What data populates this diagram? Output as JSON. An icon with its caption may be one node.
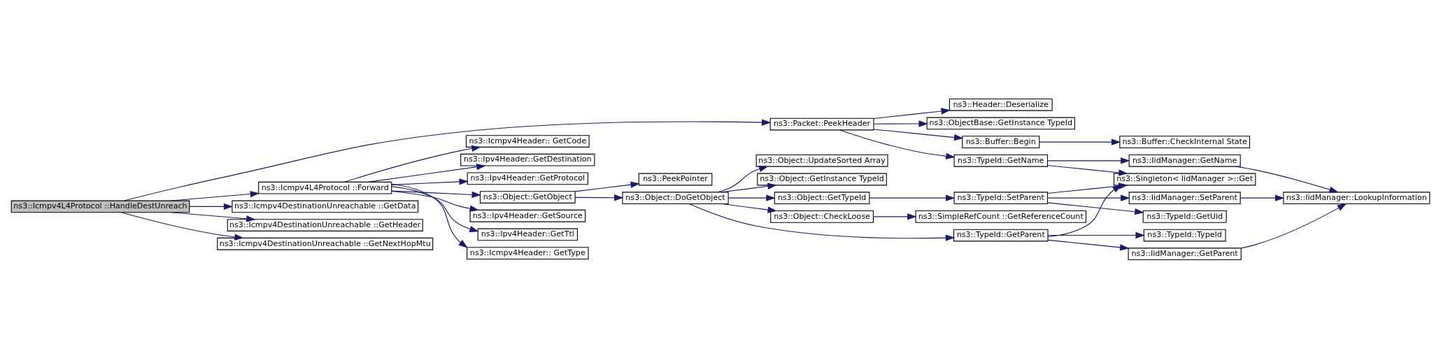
{
  "diagram": {
    "nodes": [
      {
        "text": [
          "ns3::Icmpv4L4Protocol ::HandleDestUnreach"
        ]
      },
      {
        "text": [
          "ns3::Packet::PeekHeader"
        ]
      },
      {
        "text": [
          "ns3::Icmpv4L4Protocol ::Forward"
        ]
      },
      {
        "text": [
          "ns3::Icmpv4DestinationUnreachable ::GetData"
        ]
      },
      {
        "text": [
          "ns3::Icmpv4DestinationUnreachable ::GetHeader"
        ]
      },
      {
        "text": [
          "ns3::Icmpv4DestinationUnreachable ::GetNextHopMtu"
        ]
      },
      {
        "text": [
          "ns3::ObjectBase::GetInstance TypeId"
        ]
      },
      {
        "text": [
          "ns3::Buffer::Begin"
        ]
      },
      {
        "text": [
          "ns3::Buffer::CheckInternal State"
        ]
      },
      {
        "text": [
          "ns3::TypeId::GetName"
        ]
      },
      {
        "text": [
          "ns3::IidManager::GetName"
        ]
      },
      {
        "text": [
          "ns3::Header::Deserialize"
        ]
      },
      {
        "text": [
          "ns3::Singleton< IidManager >::Get"
        ]
      },
      {
        "text": [
          "ns3::IidManager::LookupInformation"
        ]
      },
      {
        "text": [
          "ns3::Ipv4Header::GetSource"
        ]
      },
      {
        "text": [
          "ns3::Ipv4Header::GetTtl"
        ]
      },
      {
        "text": [
          "ns3::Icmpv4Header:: GetType"
        ]
      },
      {
        "text": [
          "ns3::Icmpv4Header:: GetCode"
        ]
      },
      {
        "text": [
          "ns3::Ipv4Header::GetDestination"
        ]
      },
      {
        "text": [
          "ns3::Object::GetObject"
        ]
      },
      {
        "text": [
          "ns3::Ipv4Header::GetProtocol"
        ]
      },
      {
        "text": [
          "ns3::Object::DoGetObject"
        ]
      },
      {
        "text": [
          "ns3::PeekPointer"
        ]
      },
      {
        "text": [
          "ns3::TypeId::GetParent"
        ]
      },
      {
        "text": [
          "ns3::IidManager::GetParent"
        ]
      },
      {
        "text": [
          "ns3::TypeId::TypeId"
        ]
      },
      {
        "text": [
          "ns3::Object::UpdateSorted Array"
        ]
      },
      {
        "text": [
          "ns3::Object::GetTypeId"
        ]
      },
      {
        "text": [
          "ns3::TypeId::SetParent"
        ]
      },
      {
        "text": [
          "ns3::TypeId::GetUid"
        ]
      },
      {
        "text": [
          "ns3::IidManager::SetParent"
        ]
      },
      {
        "text": [
          "ns3::Object::GetInstance TypeId"
        ]
      },
      {
        "text": [
          "ns3::Object::CheckLoose"
        ]
      },
      {
        "text": [
          "ns3::SimpleRefCount ::GetReferenceCount"
        ]
      }
    ],
    "edges": [
      {
        "from": 0,
        "to": 1,
        "arrow": "to"
      },
      {
        "from": 0,
        "to": 2,
        "arrow": "to"
      },
      {
        "from": 0,
        "to": 3,
        "arrow": "to"
      },
      {
        "from": 0,
        "to": 4,
        "arrow": "to"
      },
      {
        "from": 0,
        "to": 5,
        "arrow": "to"
      },
      {
        "from": 1,
        "to": 6,
        "arrow": "to"
      },
      {
        "from": 1,
        "to": 7,
        "arrow": "to"
      },
      {
        "from": 1,
        "to": 9,
        "arrow": "to"
      },
      {
        "from": 1,
        "to": 11,
        "arrow": "to"
      },
      {
        "from": 7,
        "to": 8,
        "arrow": "to"
      },
      {
        "from": 9,
        "to": 10,
        "arrow": "to"
      },
      {
        "from": 9,
        "to": 12,
        "arrow": "to"
      },
      {
        "from": 10,
        "to": 13,
        "arrow": "to"
      },
      {
        "from": 2,
        "to": 14,
        "arrow": "to"
      },
      {
        "from": 2,
        "to": 15,
        "arrow": "to"
      },
      {
        "from": 2,
        "to": 16,
        "arrow": "to"
      },
      {
        "from": 2,
        "to": 17,
        "arrow": "to"
      },
      {
        "from": 2,
        "to": 18,
        "arrow": "to"
      },
      {
        "from": 2,
        "to": 19,
        "arrow": "to"
      },
      {
        "from": 2,
        "to": 20,
        "arrow": "to"
      },
      {
        "from": 19,
        "to": 21,
        "arrow": "to"
      },
      {
        "from": 19,
        "to": 22,
        "arrow": "to"
      },
      {
        "from": 21,
        "to": 23,
        "arrow": "to"
      },
      {
        "from": 21,
        "to": 26,
        "arrow": "to"
      },
      {
        "from": 21,
        "to": 27,
        "arrow": "to"
      },
      {
        "from": 21,
        "to": 31,
        "arrow": "to"
      },
      {
        "from": 21,
        "to": 32,
        "arrow": "to"
      },
      {
        "from": 23,
        "to": 12,
        "arrow": "to"
      },
      {
        "from": 23,
        "to": 24,
        "arrow": "to"
      },
      {
        "from": 23,
        "to": 25,
        "arrow": "to"
      },
      {
        "from": 24,
        "to": 13,
        "arrow": "to"
      },
      {
        "from": 27,
        "to": 28,
        "arrow": "to"
      },
      {
        "from": 28,
        "to": 12,
        "arrow": "to"
      },
      {
        "from": 28,
        "to": 29,
        "arrow": "to"
      },
      {
        "from": 28,
        "to": 30,
        "arrow": "to"
      },
      {
        "from": 30,
        "to": 13,
        "arrow": "to"
      },
      {
        "from": 32,
        "to": 33,
        "arrow": "to"
      }
    ]
  }
}
